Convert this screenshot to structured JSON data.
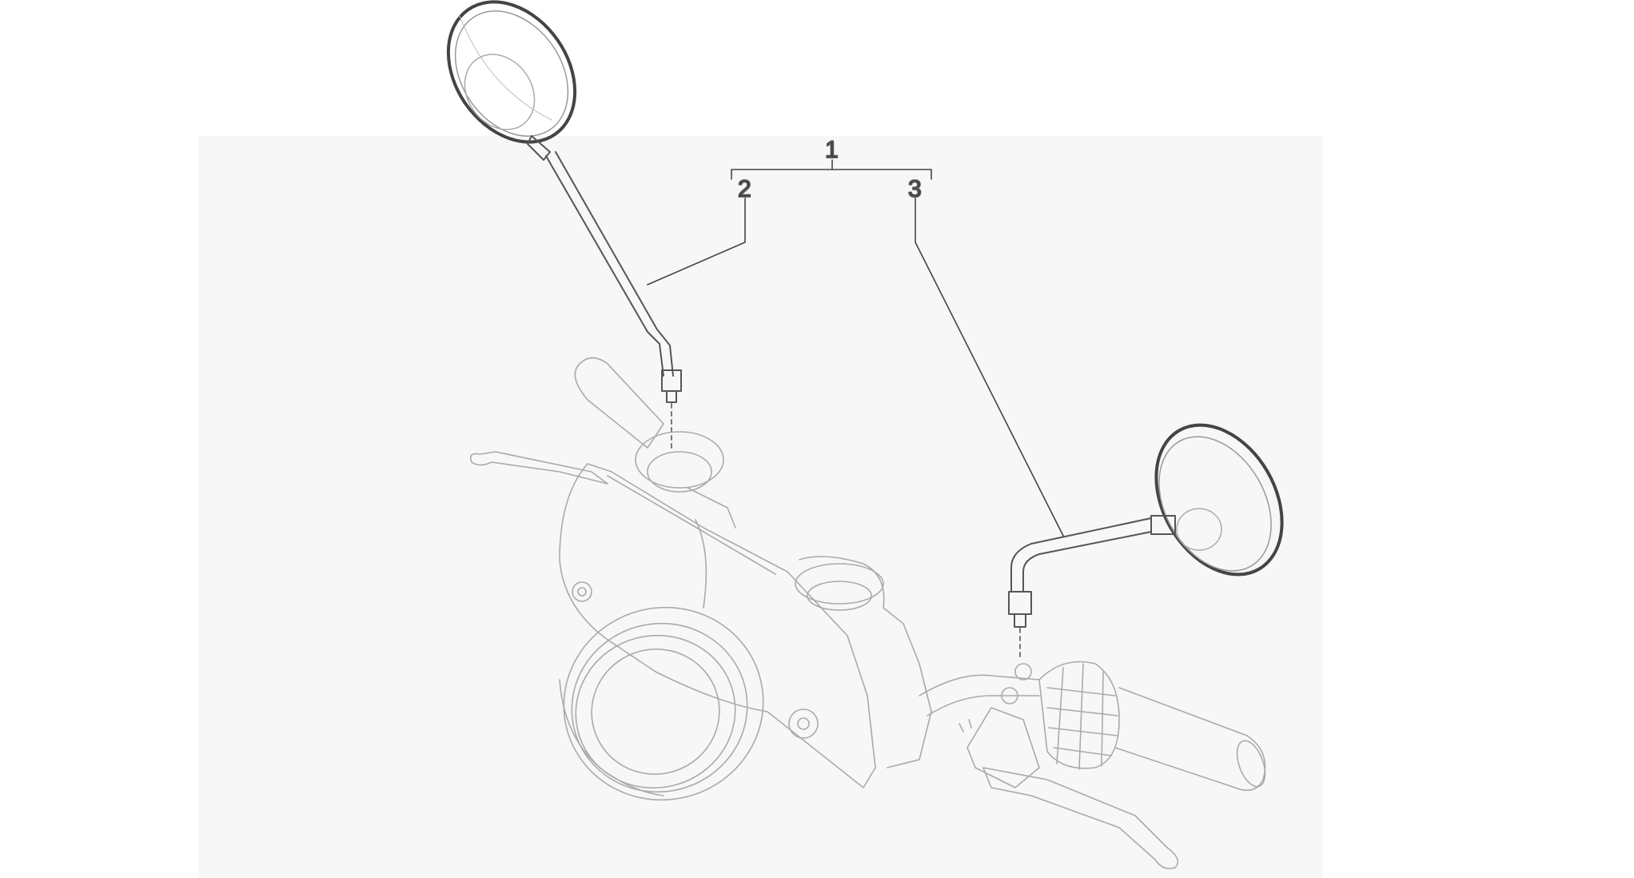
{
  "diagram": {
    "callouts": [
      {
        "id": "1",
        "text": "1"
      },
      {
        "id": "2",
        "text": "2"
      },
      {
        "id": "3",
        "text": "3"
      }
    ]
  }
}
